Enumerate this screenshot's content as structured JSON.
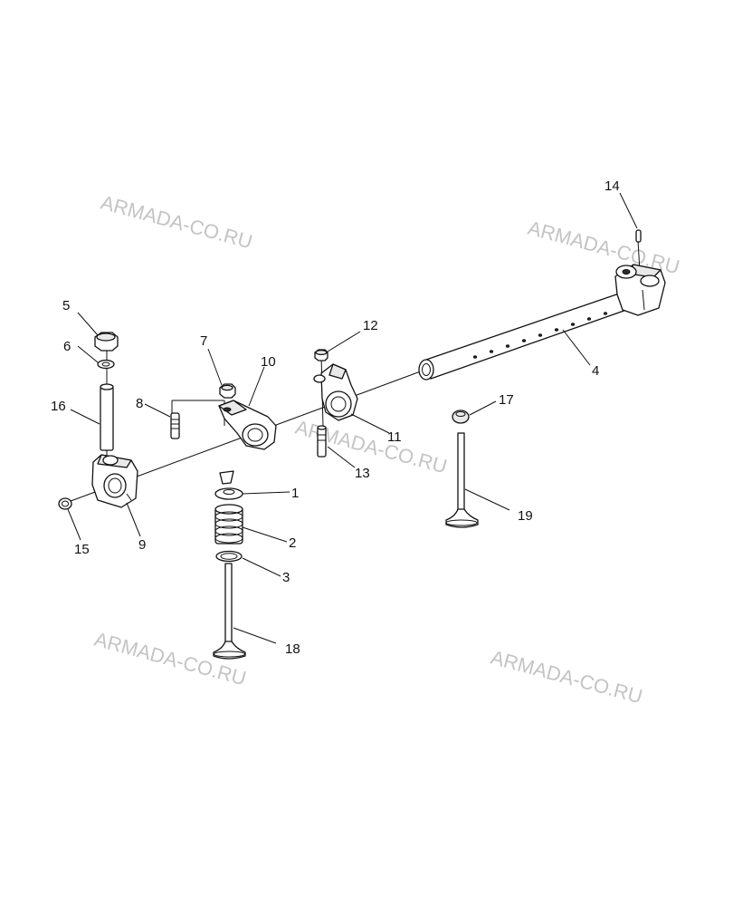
{
  "watermarks": [
    "ARMADA-CO.RU",
    "ARMADA-CO.RU",
    "ARMADA-CO.RU",
    "ARMADA-CO.RU",
    "ARMADA-CO.RU"
  ],
  "callouts": [
    "1",
    "2",
    "3",
    "4",
    "5",
    "6",
    "7",
    "8",
    "9",
    "10",
    "11",
    "12",
    "13",
    "14",
    "15",
    "16",
    "17",
    "18",
    "19"
  ]
}
